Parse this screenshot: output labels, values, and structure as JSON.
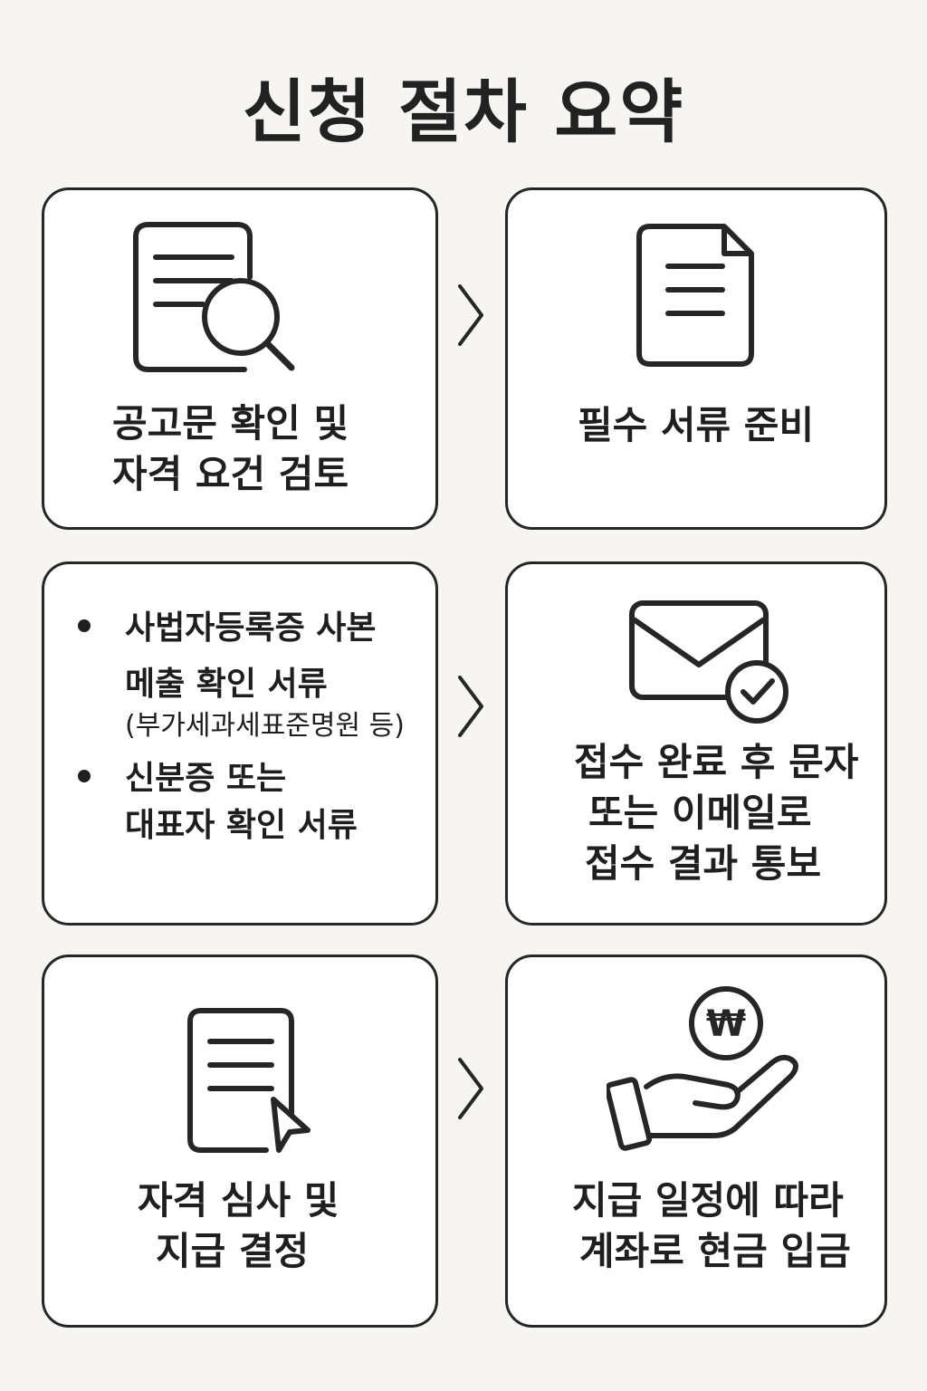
{
  "title": "신청 절차 요약",
  "steps": [
    {
      "icon": "document-search-icon",
      "lines": [
        "공고문 확인 및",
        "자격 요건 검토"
      ]
    },
    {
      "icon": "document-icon",
      "lines": [
        "필수 서류 준비"
      ]
    },
    {
      "items": [
        {
          "line1": "사법자등록증 사본"
        },
        {
          "line1": "메출 확인 서류",
          "sub": "(부가세과세표준명원 등)"
        },
        {
          "line1": "신분증 또는",
          "line2": "대표자 확인 서류"
        }
      ]
    },
    {
      "icon": "mail-check-icon",
      "lines": [
        "접수 완료 후 문자",
        "또는 이메일로",
        "접수 결과 통보"
      ]
    },
    {
      "icon": "document-cursor-icon",
      "lines": [
        "자격 심사 및",
        "지급 결정"
      ]
    },
    {
      "icon": "hand-coin-icon",
      "coin_symbol": "₩",
      "lines": [
        "지급 일정에 따라",
        "계좌로 현금 입금"
      ]
    }
  ],
  "arrow_symbol": "chevron-right-icon",
  "colors": {
    "background": "#f6f5f1",
    "card": "#ffffff",
    "stroke": "#262626"
  }
}
